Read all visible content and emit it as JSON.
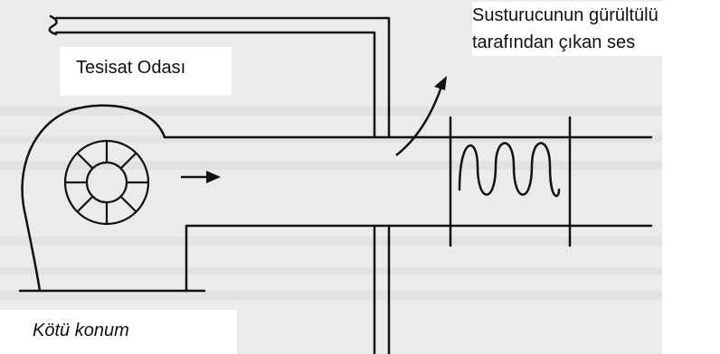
{
  "labels": {
    "room": "Tesisat Odası",
    "muffler_noise_line1": "Susturucunun gürültülü",
    "muffler_noise_line2": "tarafından çıkan ses",
    "bad_position": "Kötü konum"
  },
  "colors": {
    "background": "#ebebeb",
    "line": "#111111",
    "label_box": "#ffffff"
  },
  "icons": [
    "fan-icon",
    "airflow-arrow-icon",
    "noise-arrow-icon",
    "sound-wave-icon"
  ]
}
